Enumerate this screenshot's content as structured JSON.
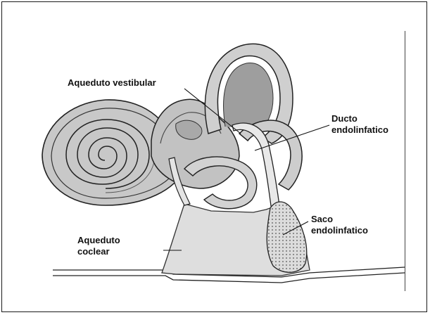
{
  "labels": {
    "aqueduto_vestibular": "Aqueduto vestibular",
    "ducto_line1": "Ducto",
    "ducto_line2": "endolinfatico",
    "saco_line1": "Saco",
    "saco_line2": "endolinfatico",
    "aqueduto_coclear_line1": "Aqueduto",
    "aqueduto_coclear_line2": "coclear"
  },
  "icons": {
    "drawing": "inner-ear-anatomy-illustration"
  }
}
